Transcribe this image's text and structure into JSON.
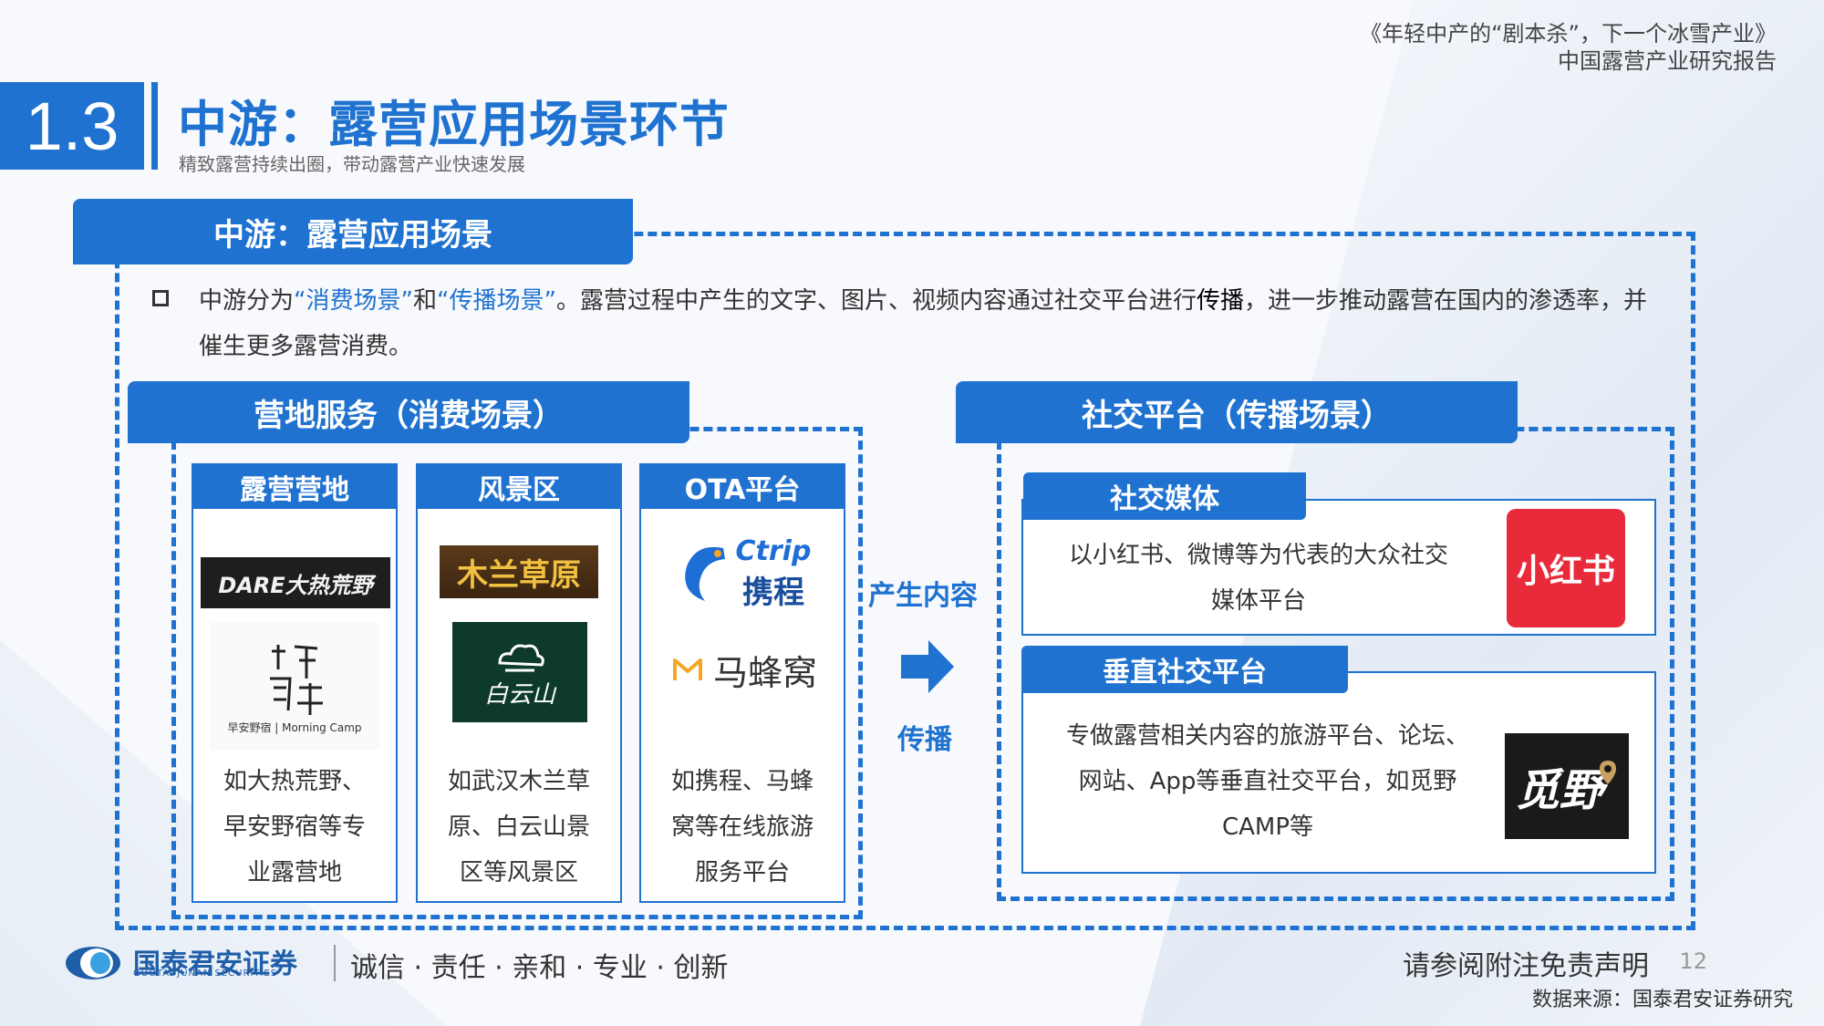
{
  "header": {
    "report_line1": "《年轻中产的“剧本杀”，下一个冰雪产业》",
    "report_line2": "中国露营产业研究报告"
  },
  "section": {
    "number": "1.3",
    "title": "中游：露营应用场景环节",
    "subtitle": "精致露营持续出圈，带动露营产业快速发展"
  },
  "main_box": {
    "tab": "中游：露营应用场景",
    "intro": {
      "p1": "中游分为",
      "hl1": "“消费场景”",
      "p2": "和",
      "hl2": "“传播场景”",
      "p3": "。露营过程中产生的文字、图片、视频内容通过社交平台进行",
      "bold": "传播",
      "p4": "，进一步推动露营在国内的渗透率，并催生更多露营消费。"
    }
  },
  "left_group": {
    "tab": "营地服务（消费场景）",
    "cards": [
      {
        "head": "露营营地",
        "desc_lines": [
          "如大热荒野、",
          "早安野宿等专",
          "业露营地"
        ],
        "logos": [
          {
            "text": "DARE大热荒野",
            "icon": "dare-wild-logo"
          },
          {
            "text": "早安野宿 | Morning Camp",
            "icon": "morning-camp-logo"
          }
        ]
      },
      {
        "head": "风景区",
        "desc_lines": [
          "如武汉木兰草",
          "原、白云山景",
          "区等风景区"
        ],
        "logos": [
          {
            "text": "木兰草原",
            "icon": "mulan-grassland-logo"
          },
          {
            "text": "白云山",
            "icon": "baiyun-mountain-logo"
          }
        ]
      },
      {
        "head": "OTA平台",
        "desc_lines": [
          "如携程、马蜂",
          "窝等在线旅游",
          "服务平台"
        ],
        "logos": [
          {
            "text_en": "Ctrip",
            "text_cn": "携程",
            "icon": "ctrip-dolphin-logo"
          },
          {
            "text": "马蜂窝",
            "icon": "mafengwo-logo"
          }
        ]
      }
    ]
  },
  "middle": {
    "top_label": "产生内容",
    "bottom_label": "传播",
    "arrow_icon": "right-arrow-icon"
  },
  "right_group": {
    "tab": "社交平台（传播场景）",
    "items": [
      {
        "tab": "社交媒体",
        "desc_lines": [
          "以小红书、微博等为代表的大众社交",
          "媒体平台"
        ],
        "logo": {
          "text": "小红书",
          "color": "#e82a3b",
          "icon": "xiaohongshu-logo"
        }
      },
      {
        "tab": "垂直社交平台",
        "desc_lines": [
          "专做露营相关内容的旅游平台、论坛、",
          "网站、App等垂直社交平台，如觅野",
          "CAMP等"
        ],
        "logo": {
          "text": "觅野",
          "color": "#1a1a1a",
          "icon": "miye-camp-logo"
        }
      }
    ]
  },
  "footer": {
    "brand_cn": "国泰君安证券",
    "brand_en": "GUOTAI JUNAN SECURITIES",
    "motto": "诚信 · 责任 · 亲和 · 专业 · 创新",
    "disclaimer": "请参阅附注免责声明",
    "page_number": "12",
    "source": "数据来源：国泰君安证券研究"
  },
  "colors": {
    "accent": "#1f72d0",
    "text": "#333333"
  }
}
